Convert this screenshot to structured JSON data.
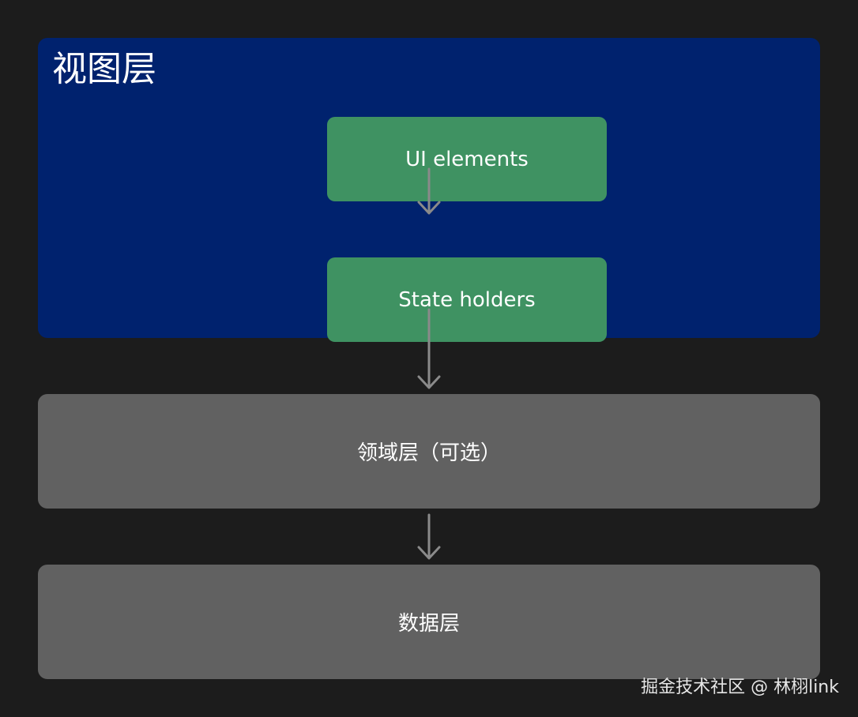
{
  "view_layer": {
    "title": "视图层",
    "nodes": [
      {
        "label": "UI elements"
      },
      {
        "label": "State holders"
      }
    ]
  },
  "domain_layer": {
    "label": "领域层（可选）"
  },
  "data_layer": {
    "label": "数据层"
  },
  "watermark": "掘金技术社区 @ 林栩link",
  "colors": {
    "background": "#1c1c1c",
    "view_layer": "#00226e",
    "node": "#3f9262",
    "gray_layer": "#616161",
    "arrow": "#8a8a8a",
    "text": "#ffffff"
  }
}
